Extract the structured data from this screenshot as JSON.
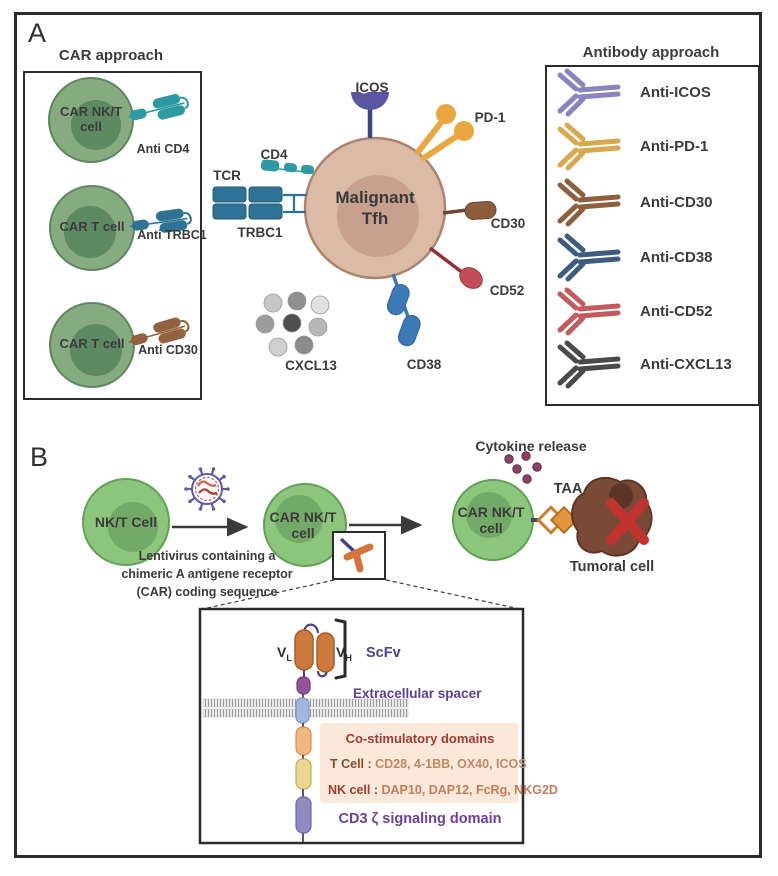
{
  "panel_a": {
    "label": "A",
    "car_box": {
      "title": "CAR approach",
      "cells": [
        {
          "cell_label": "CAR NK/T cell",
          "receptor_label": "Anti CD4",
          "receptor_color": "#2d9aa3"
        },
        {
          "cell_label": "CAR T cell",
          "receptor_label": "Anti TRBC1",
          "receptor_color": "#2e7396"
        },
        {
          "cell_label": "CAR T cell",
          "receptor_label": "Anti CD30",
          "receptor_color": "#946140"
        }
      ]
    },
    "malignant_cell": {
      "line1": "Malignant",
      "line2": "Tfh",
      "body_color": "#dcbaa8",
      "nucleus_color": "#c7a090"
    },
    "receptor_labels": {
      "icos": "ICOS",
      "pd1": "PD-1",
      "cd4": "CD4",
      "tcr": "TCR",
      "trbc1": "TRBC1",
      "cd30": "CD30",
      "cd52": "CD52",
      "cd38": "CD38",
      "cxcl13": "CXCL13"
    },
    "antibody_box": {
      "title": "Antibody approach",
      "antibodies": [
        {
          "label": "Anti-ICOS",
          "color": "#8884bd"
        },
        {
          "label": "Anti-PD-1",
          "color": "#d8a84f"
        },
        {
          "label": "Anti-CD30",
          "color": "#8d5f3f"
        },
        {
          "label": "Anti-CD38",
          "color": "#3d5c80"
        },
        {
          "label": "Anti-CD52",
          "color": "#c35b5e"
        },
        {
          "label": "Anti-CXCL13",
          "color": "#4a4a4a"
        }
      ]
    }
  },
  "panel_b": {
    "label": "B",
    "nk_t_cell_label": "NK/T Cell",
    "car_cell_label": "CAR NK/T cell",
    "car_cell2_label": "CAR NK/T cell",
    "lentivirus_caption_line1": "Lentivirus containing a",
    "lentivirus_caption_line2": "chimeric A antigene receptor",
    "lentivirus_caption_line3": "(CAR) coding sequence",
    "cytokine_label": "Cytokine release",
    "taa_label": "TAA",
    "tumoral_cell_label": "Tumoral cell",
    "inset": {
      "vl_main": "V",
      "vl_sub": "L",
      "vh_main": "V",
      "vh_sub": "H",
      "scfv_label": "ScFv",
      "spacer_label": "Extracellular spacer",
      "costim_title": "Co-stimulatory domains",
      "t_cell_prefix": "T Cell :",
      "t_cell_list": " CD28, 4-1BB, OX40, ICOS",
      "nk_cell_prefix": "NK cell :",
      "nk_cell_list": " DAP10, DAP12, FcRg, NKG2D",
      "cd3_label": "CD3 ζ signaling domain"
    }
  },
  "colors": {
    "panel_a_cell_fill": "#87ab81",
    "panel_a_cell_stroke": "#5e8761",
    "panel_a_nucleus_fill": "#5e8a62",
    "panel_b_cell_fill": "#8cc67d",
    "panel_b_cell_stroke": "#60a156",
    "panel_b_nucleus_fill": "#74aa67",
    "malignant_stroke": "#ab8470",
    "icos_purple": "#5b56a1",
    "pd1_gold": "#e9a73e",
    "cd30_brown": "#8d5c3b",
    "cd52_red": "#c24f58",
    "cd38_blue": "#3c79b6",
    "tumoral_fill": "#7b4a37",
    "red_x": "#c23330",
    "taa_orange": "#e2953f",
    "cytokine_dot": "#8d4166"
  }
}
